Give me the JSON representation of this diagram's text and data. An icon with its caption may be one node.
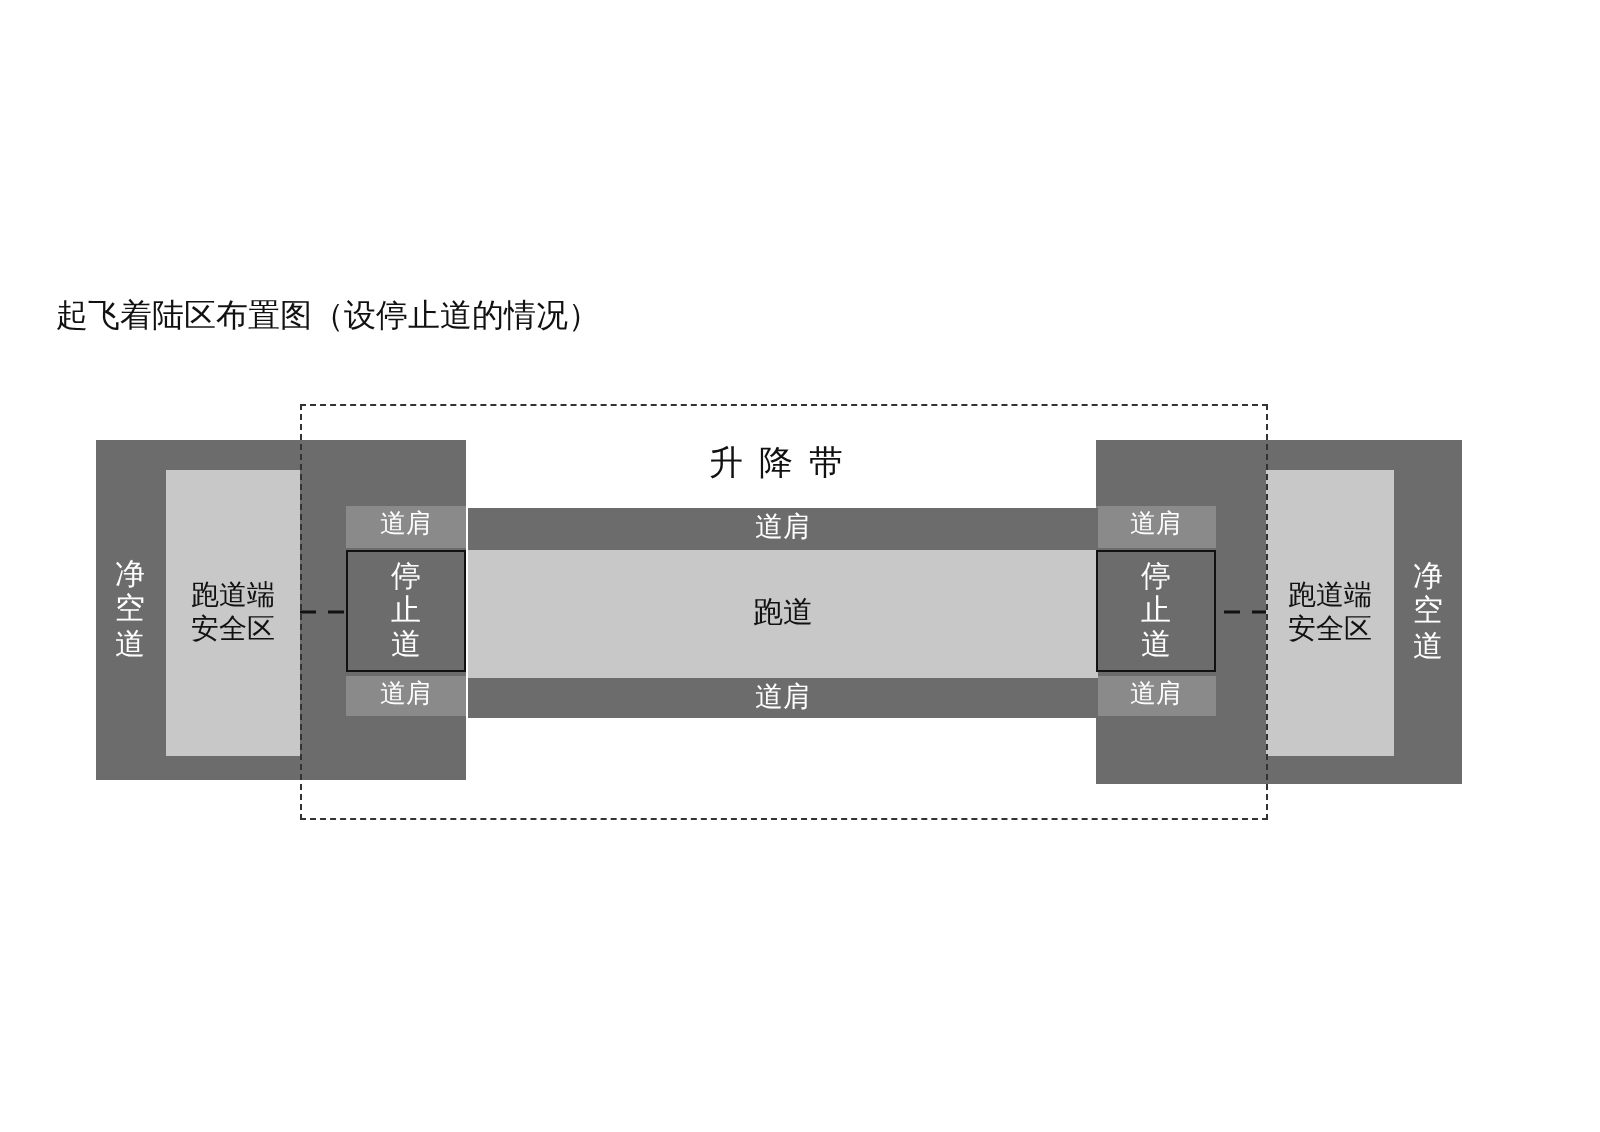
{
  "diagram": {
    "title": "起飞着陆区布置图（设停止道的情况）",
    "nodes": [
      {
        "text": [
          "升降带"
        ]
      },
      {
        "text": [
          "跑道"
        ],
        "in": 0
      },
      {
        "text": [
          "道肩"
        ],
        "in": 0
      },
      {
        "text": [
          "道肩"
        ],
        "in": 0
      },
      {
        "text": [
          "净空道"
        ]
      },
      {
        "text": [
          "跑道端安全区"
        ],
        "in": 4
      },
      {
        "text": [
          "道肩"
        ]
      },
      {
        "text": [
          "停止道"
        ]
      },
      {
        "text": [
          "道肩"
        ]
      },
      {
        "text": [
          "净空道"
        ]
      },
      {
        "text": [
          "跑道端安全区"
        ],
        "in": 9
      },
      {
        "text": [
          "道肩"
        ]
      },
      {
        "text": [
          "停止道"
        ]
      },
      {
        "text": [
          "道肩"
        ]
      }
    ]
  }
}
